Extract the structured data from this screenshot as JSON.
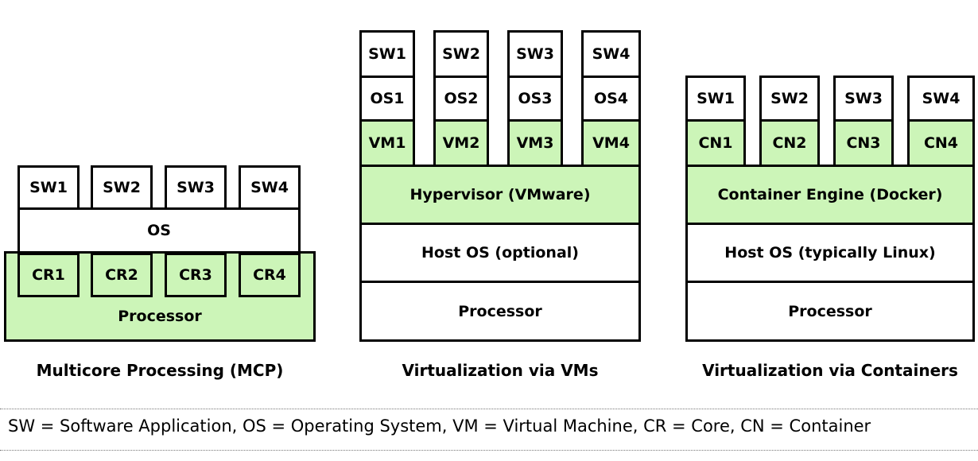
{
  "mcp": {
    "sw": [
      "SW1",
      "SW2",
      "SW3",
      "SW4"
    ],
    "os": "OS",
    "cores": [
      "CR1",
      "CR2",
      "CR3",
      "CR4"
    ],
    "processor": "Processor",
    "caption": "Multicore Processing (MCP)"
  },
  "vm": {
    "sw": [
      "SW1",
      "SW2",
      "SW3",
      "SW4"
    ],
    "os": [
      "OS1",
      "OS2",
      "OS3",
      "OS4"
    ],
    "vms": [
      "VM1",
      "VM2",
      "VM3",
      "VM4"
    ],
    "hypervisor": "Hypervisor (VMware)",
    "host_os": "Host OS (optional)",
    "processor": "Processor",
    "caption": "Virtualization via VMs"
  },
  "containers": {
    "sw": [
      "SW1",
      "SW2",
      "SW3",
      "SW4"
    ],
    "cn": [
      "CN1",
      "CN2",
      "CN3",
      "CN4"
    ],
    "engine": "Container Engine (Docker)",
    "host_os": "Host OS (typically Linux)",
    "processor": "Processor",
    "caption": "Virtualization via Containers"
  },
  "legend": "SW = Software Application, OS = Operating System, VM = Virtual Machine, CR = Core, CN = Container",
  "colors": {
    "green_fill": "#ccf5b8",
    "border": "#000000"
  }
}
